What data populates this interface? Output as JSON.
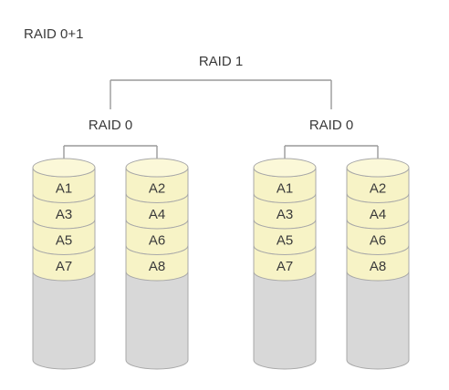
{
  "title": "RAID 0+1",
  "mirror_label": "RAID 1",
  "groups": [
    {
      "label": "RAID 0",
      "disks": [
        {
          "blocks": [
            "A1",
            "A3",
            "A5",
            "A7"
          ]
        },
        {
          "blocks": [
            "A2",
            "A4",
            "A6",
            "A8"
          ]
        }
      ]
    },
    {
      "label": "RAID 0",
      "disks": [
        {
          "blocks": [
            "A1",
            "A3",
            "A5",
            "A7"
          ]
        },
        {
          "blocks": [
            "A2",
            "A4",
            "A6",
            "A8"
          ]
        }
      ]
    }
  ],
  "colors": {
    "line": "#9a9a9a",
    "data_fill": "#f7f3c6",
    "data_top": "#fbf8d8",
    "empty_fill": "#d8d8d8",
    "outline": "#a8a8a8",
    "text": "#3a3a3a"
  }
}
